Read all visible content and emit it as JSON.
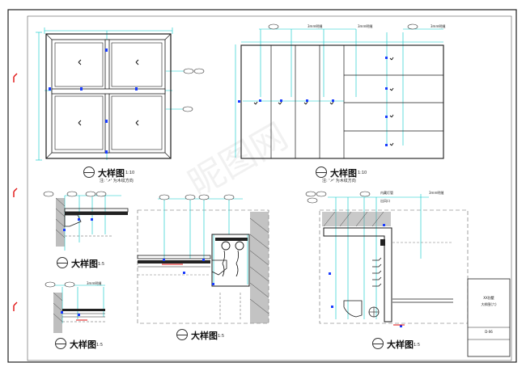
{
  "details": [
    {
      "title": "大样图",
      "scale": "1:10",
      "note": "注: '↗' 为木纹方向"
    },
    {
      "title": "大样图",
      "scale": "1:10",
      "note": "注: '↗' 为木纹方向"
    },
    {
      "title": "大样图",
      "scale": "1:5"
    },
    {
      "title": "大样图",
      "scale": "1:5"
    },
    {
      "title": "大样图",
      "scale": "1:5"
    },
    {
      "title": "大样图",
      "scale": "1:5"
    }
  ],
  "annotations": {
    "mm_line_1": "3mm明缝",
    "mm_line_2": "3mm明缝",
    "mm_line_3": "3mm明缝",
    "mm_line_4": "3mm明缝",
    "mm_line_5": "3mm明缝",
    "light_tube": "内藏灯管",
    "air_outlet": "出风口"
  },
  "title_block": {
    "line1": "XX别墅",
    "line2": "大样图(六)",
    "sheet_no": "D-06"
  },
  "watermark": "昵图网",
  "colors": {
    "line": "#1a1a1a",
    "dim": "#00c8c8",
    "mark": "#1a3cff",
    "red": "#e01010",
    "frame": "#000000"
  }
}
